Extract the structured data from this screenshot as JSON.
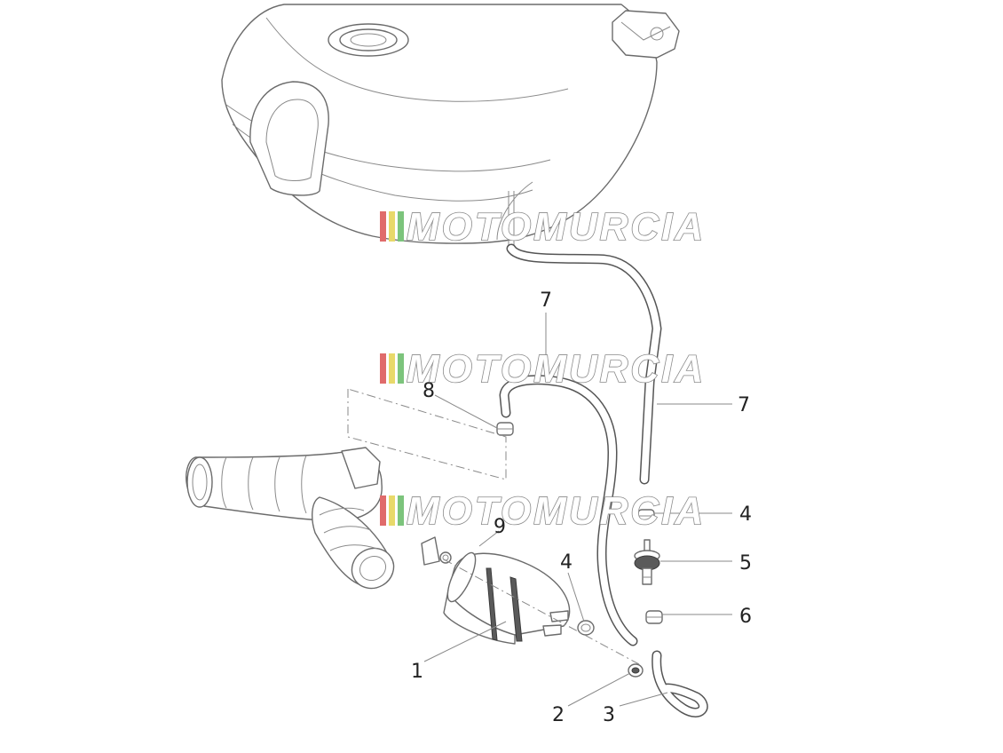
{
  "watermark": {
    "text": "MOTOMURCIA",
    "stripe_colors": [
      "#e06b6b",
      "#e8d96a",
      "#7cc47c"
    ]
  },
  "callouts": [
    {
      "id": "c1",
      "label": "1"
    },
    {
      "id": "c2",
      "label": "2"
    },
    {
      "id": "c3",
      "label": "3"
    },
    {
      "id": "c4a",
      "label": "4"
    },
    {
      "id": "c4b",
      "label": "4"
    },
    {
      "id": "c5",
      "label": "5"
    },
    {
      "id": "c6",
      "label": "6"
    },
    {
      "id": "c7a",
      "label": "7"
    },
    {
      "id": "c7b",
      "label": "7"
    },
    {
      "id": "c8",
      "label": "8"
    },
    {
      "id": "c9",
      "label": "9"
    }
  ]
}
